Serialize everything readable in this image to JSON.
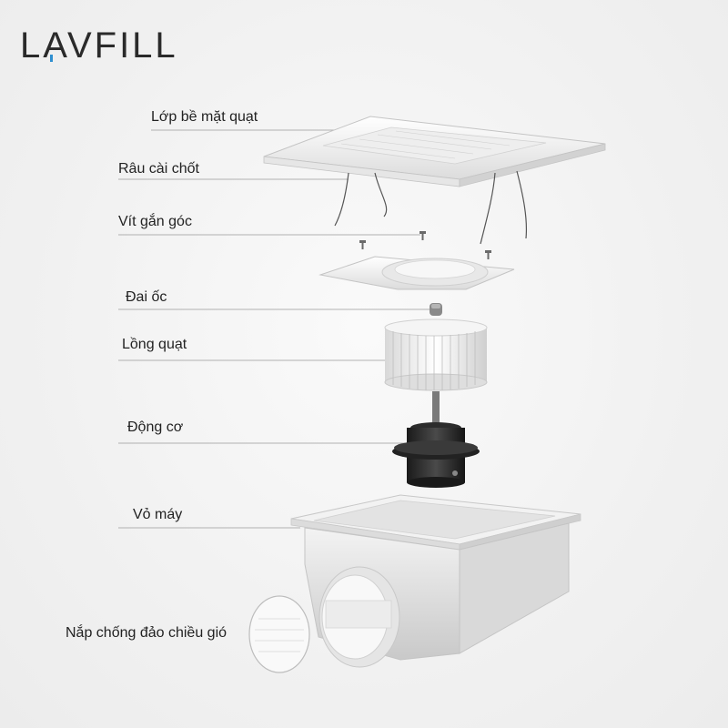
{
  "brand": {
    "logo_text": "LAVFILL",
    "logo_accent_color": "#2f8fd0"
  },
  "parts": [
    {
      "id": "face",
      "label": "Lớp bề mặt quạt"
    },
    {
      "id": "clip",
      "label": "Râu cài chốt"
    },
    {
      "id": "screw",
      "label": "Vít gắn góc"
    },
    {
      "id": "nut",
      "label": "Đai ốc"
    },
    {
      "id": "cage",
      "label": "Lồng quạt"
    },
    {
      "id": "motor",
      "label": "Động cơ"
    },
    {
      "id": "housing",
      "label": "Vỏ máy"
    },
    {
      "id": "backdraft",
      "label": "Nắp chống đảo chiều gió"
    }
  ]
}
